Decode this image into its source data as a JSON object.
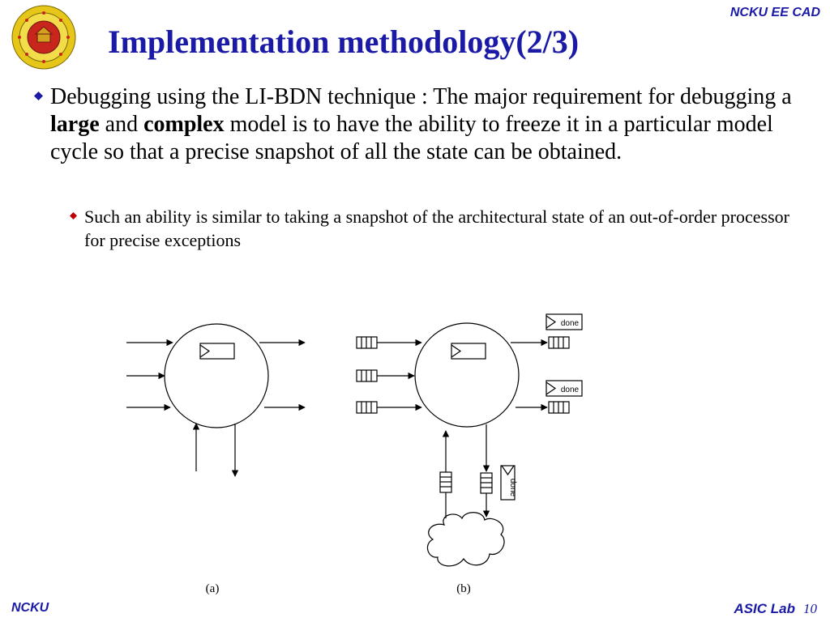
{
  "header": {
    "org": "NCKU EE CAD"
  },
  "logo": {
    "icon": "university-seal-icon"
  },
  "slide": {
    "title": "Implementation methodology(2/3)",
    "bullet1": {
      "part1": "Debugging using the LI-BDN technique : The major requirement for debugging a ",
      "bold1": "large",
      "part2": " and ",
      "bold2": "complex",
      "part3": " model is to have the ability to freeze it in a particular model cycle so that a precise snapshot of all the state can be obtained."
    },
    "bullet2": {
      "text": "Such an ability is similar to taking a snapshot of the architectural state of an out-of-order processor for precise exceptions"
    }
  },
  "diagram": {
    "label_a": "(a)",
    "label_b": "(b)",
    "done_label": "done"
  },
  "footer": {
    "left": "NCKU",
    "lab": "ASIC Lab",
    "page": "10"
  },
  "colors": {
    "accent": "#1a1aa6",
    "text": "#000000"
  }
}
